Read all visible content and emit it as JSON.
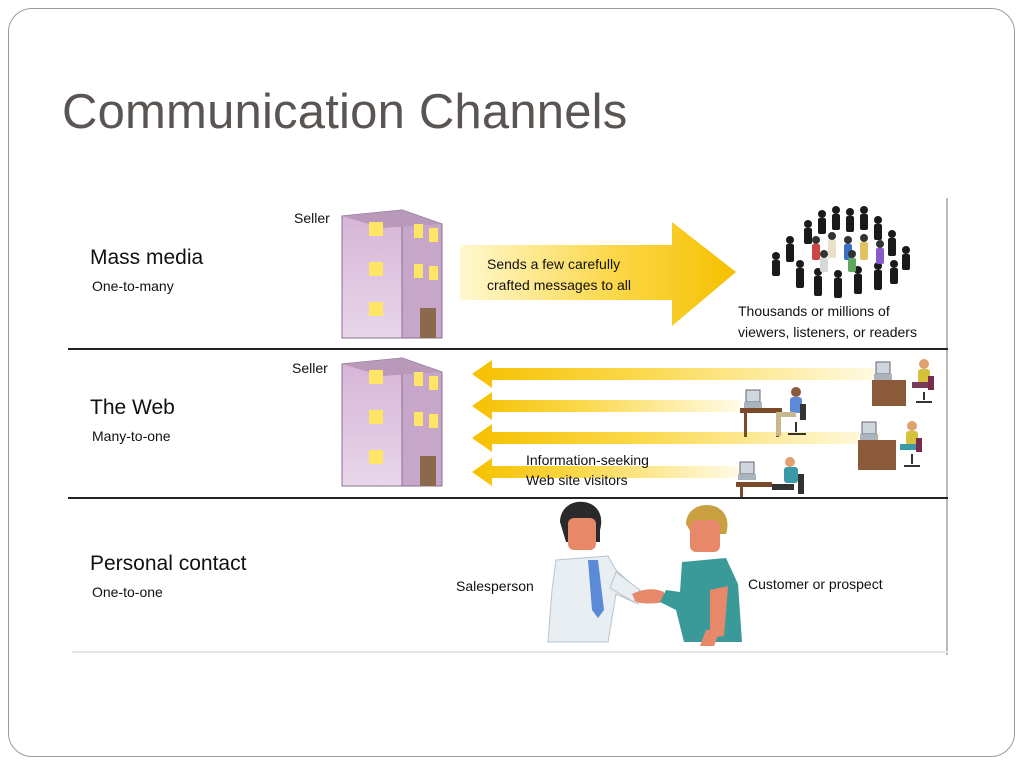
{
  "slide": {
    "title": "Communication Channels"
  },
  "rows": [
    {
      "title": "Mass media",
      "subtitle": "One-to-many",
      "sender_label": "Seller",
      "message": [
        "Sends a few carefully",
        "crafted messages to all"
      ],
      "audience_label": [
        "Thousands or millions of",
        "viewers, listeners, or readers"
      ]
    },
    {
      "title": "The Web",
      "subtitle": "Many-to-one",
      "sender_label": "Seller",
      "message": [
        "Information-seeking",
        "Web site visitors"
      ]
    },
    {
      "title": "Personal contact",
      "subtitle": "One-to-one",
      "left_label": "Salesperson",
      "right_label": "Customer or prospect"
    }
  ],
  "colors": {
    "title": "#5a5552",
    "arrow_strong": "#f6c000",
    "arrow_light": "#fff3b8",
    "building": "#d8bcd8",
    "building_shadow": "#b89ab8",
    "window": "#ffe566",
    "divider": "#222222"
  },
  "icons": [
    "building-icon",
    "crowd-icon",
    "computer-user-icon",
    "handshake-icon"
  ]
}
